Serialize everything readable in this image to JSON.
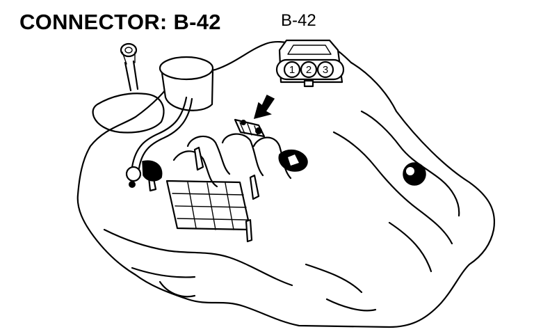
{
  "diagram": {
    "title": "CONNECTOR: B-42",
    "connector_label": "B-42",
    "connector_pins": [
      "1",
      "2",
      "3"
    ]
  }
}
